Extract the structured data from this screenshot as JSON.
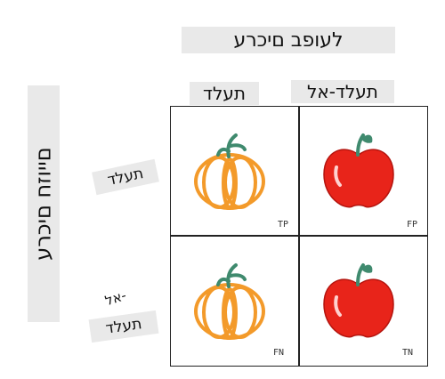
{
  "labels": {
    "predicted_axis": "לעופב םיכרע",
    "actual_axis": "םייוזח םיכרע",
    "predicted_positive": "תעלד",
    "predicted_negative": "תעלד-אל",
    "actual_positive": "תעלד",
    "actual_negative_line1": "-אל",
    "actual_negative_line2": "תעלד"
  },
  "cells": {
    "tp": {
      "tag": "TP",
      "item": "pumpkin-icon"
    },
    "fp": {
      "tag": "FP",
      "item": "apple-icon"
    },
    "fn": {
      "tag": "FN",
      "item": "pumpkin-icon"
    },
    "tn": {
      "tag": "TN",
      "item": "apple-icon"
    }
  },
  "colors": {
    "pumpkin": "#f39a2a",
    "apple": "#e8241a",
    "stem": "#3f8a6e",
    "label_bg": "#e9e9e9"
  }
}
